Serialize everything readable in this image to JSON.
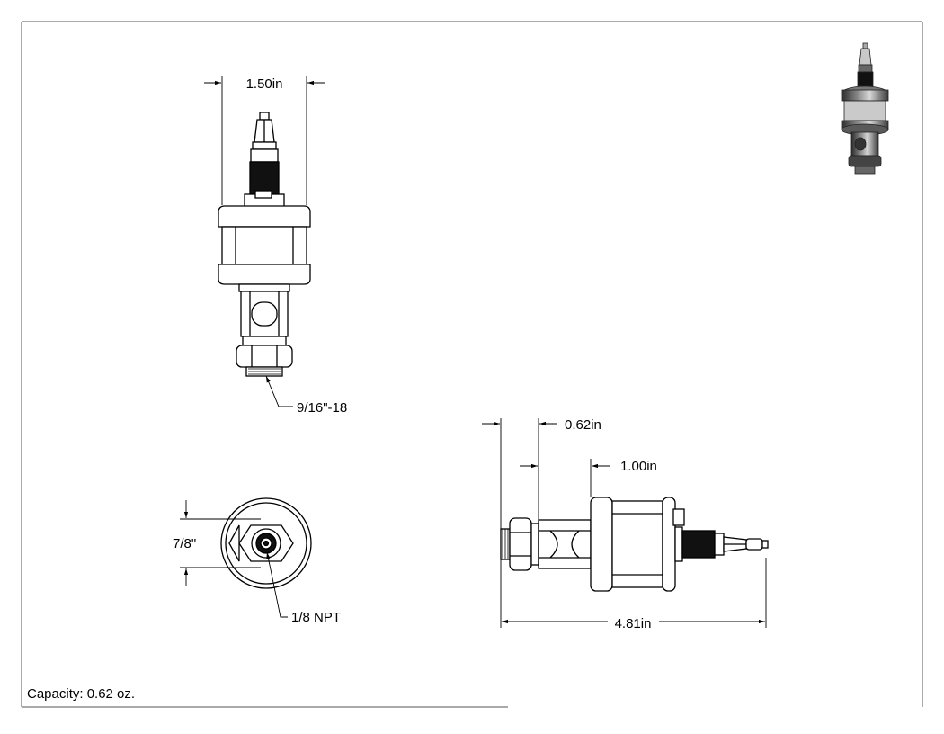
{
  "drawing": {
    "front_view": {
      "width_dim": "1.50in",
      "thread_callout": "9/16\"-18"
    },
    "top_view": {
      "height_dim": "7/8\"",
      "port_callout": "1/8 NPT"
    },
    "side_view": {
      "dim_a": "0.62in",
      "dim_b": "1.00in",
      "overall_length": "4.81in"
    },
    "note": "Capacity: 0.62 oz."
  }
}
